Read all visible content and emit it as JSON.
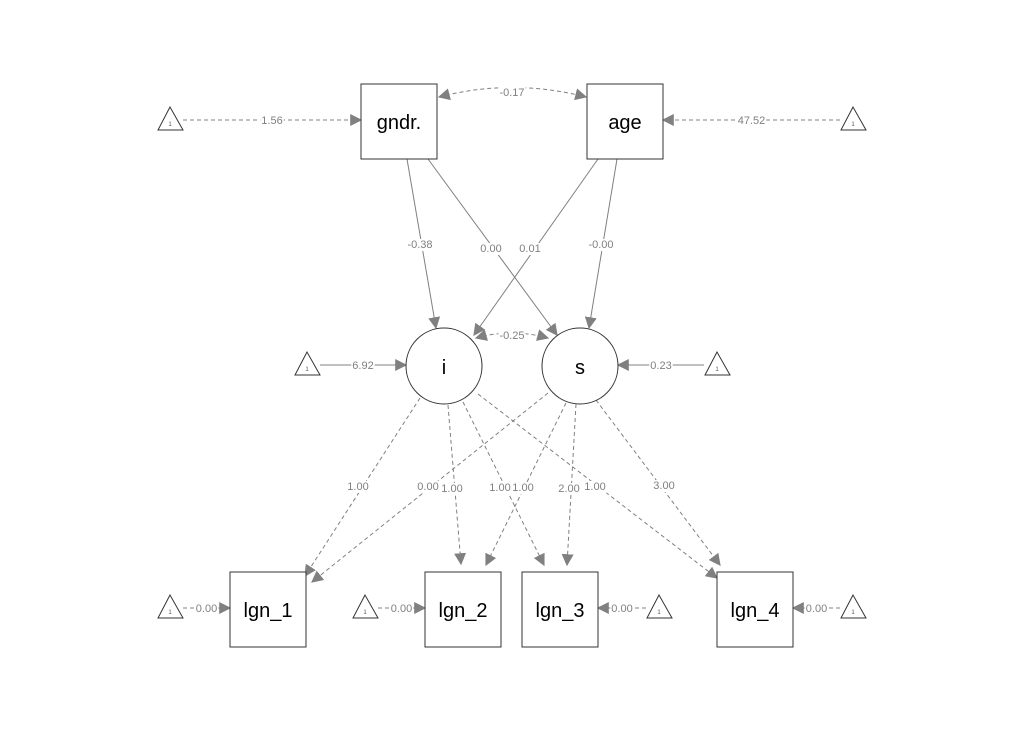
{
  "diagram": {
    "type": "sem-path-diagram",
    "nodes": [
      {
        "id": "gndr",
        "label": "gndr.",
        "shape": "box"
      },
      {
        "id": "age",
        "label": "age",
        "shape": "box"
      },
      {
        "id": "i",
        "label": "i",
        "shape": "circle"
      },
      {
        "id": "s",
        "label": "s",
        "shape": "circle"
      },
      {
        "id": "lgn_1",
        "label": "lgn_1",
        "shape": "box"
      },
      {
        "id": "lgn_2",
        "label": "lgn_2",
        "shape": "box"
      },
      {
        "id": "lgn_3",
        "label": "lgn_3",
        "shape": "box"
      },
      {
        "id": "lgn_4",
        "label": "lgn_4",
        "shape": "box"
      }
    ],
    "intercepts": [
      {
        "id": "t_gndr",
        "target": "gndr",
        "label": "1",
        "value": "1.56"
      },
      {
        "id": "t_age",
        "target": "age",
        "label": "1",
        "value": "47.52"
      },
      {
        "id": "t_i",
        "target": "i",
        "label": "1",
        "value": "6.92"
      },
      {
        "id": "t_s",
        "target": "s",
        "label": "1",
        "value": "0.23"
      },
      {
        "id": "t_l1",
        "target": "lgn_1",
        "label": "1",
        "value": "0.00"
      },
      {
        "id": "t_l2",
        "target": "lgn_2",
        "label": "1",
        "value": "0.00"
      },
      {
        "id": "t_l3",
        "target": "lgn_3",
        "label": "1",
        "value": "0.00"
      },
      {
        "id": "t_l4",
        "target": "lgn_4",
        "label": "1",
        "value": "0.00"
      }
    ],
    "regressions": [
      {
        "from": "gndr",
        "to": "i",
        "value": "-0.38"
      },
      {
        "from": "gndr",
        "to": "s",
        "value": "0.00"
      },
      {
        "from": "age",
        "to": "i",
        "value": "0.01"
      },
      {
        "from": "age",
        "to": "s",
        "value": "-0.00"
      }
    ],
    "loadings": [
      {
        "from": "i",
        "to": "lgn_1",
        "value": "1.00"
      },
      {
        "from": "s",
        "to": "lgn_1",
        "value": "0.00"
      },
      {
        "from": "i",
        "to": "lgn_2",
        "value": "1.00"
      },
      {
        "from": "i",
        "to": "lgn_3",
        "value": "1.00"
      },
      {
        "from": "s",
        "to": "lgn_2",
        "value": "1.00"
      },
      {
        "from": "s",
        "to": "lgn_3",
        "value": "2.00"
      },
      {
        "from": "i",
        "to": "lgn_4",
        "value": "1.00"
      },
      {
        "from": "s",
        "to": "lgn_4",
        "value": "3.00"
      }
    ],
    "covariances": [
      {
        "a": "gndr",
        "b": "age",
        "value": "-0.17"
      },
      {
        "a": "i",
        "b": "s",
        "value": "-0.25"
      }
    ],
    "colors": {
      "edge": "#808080",
      "node": "#333333"
    }
  }
}
